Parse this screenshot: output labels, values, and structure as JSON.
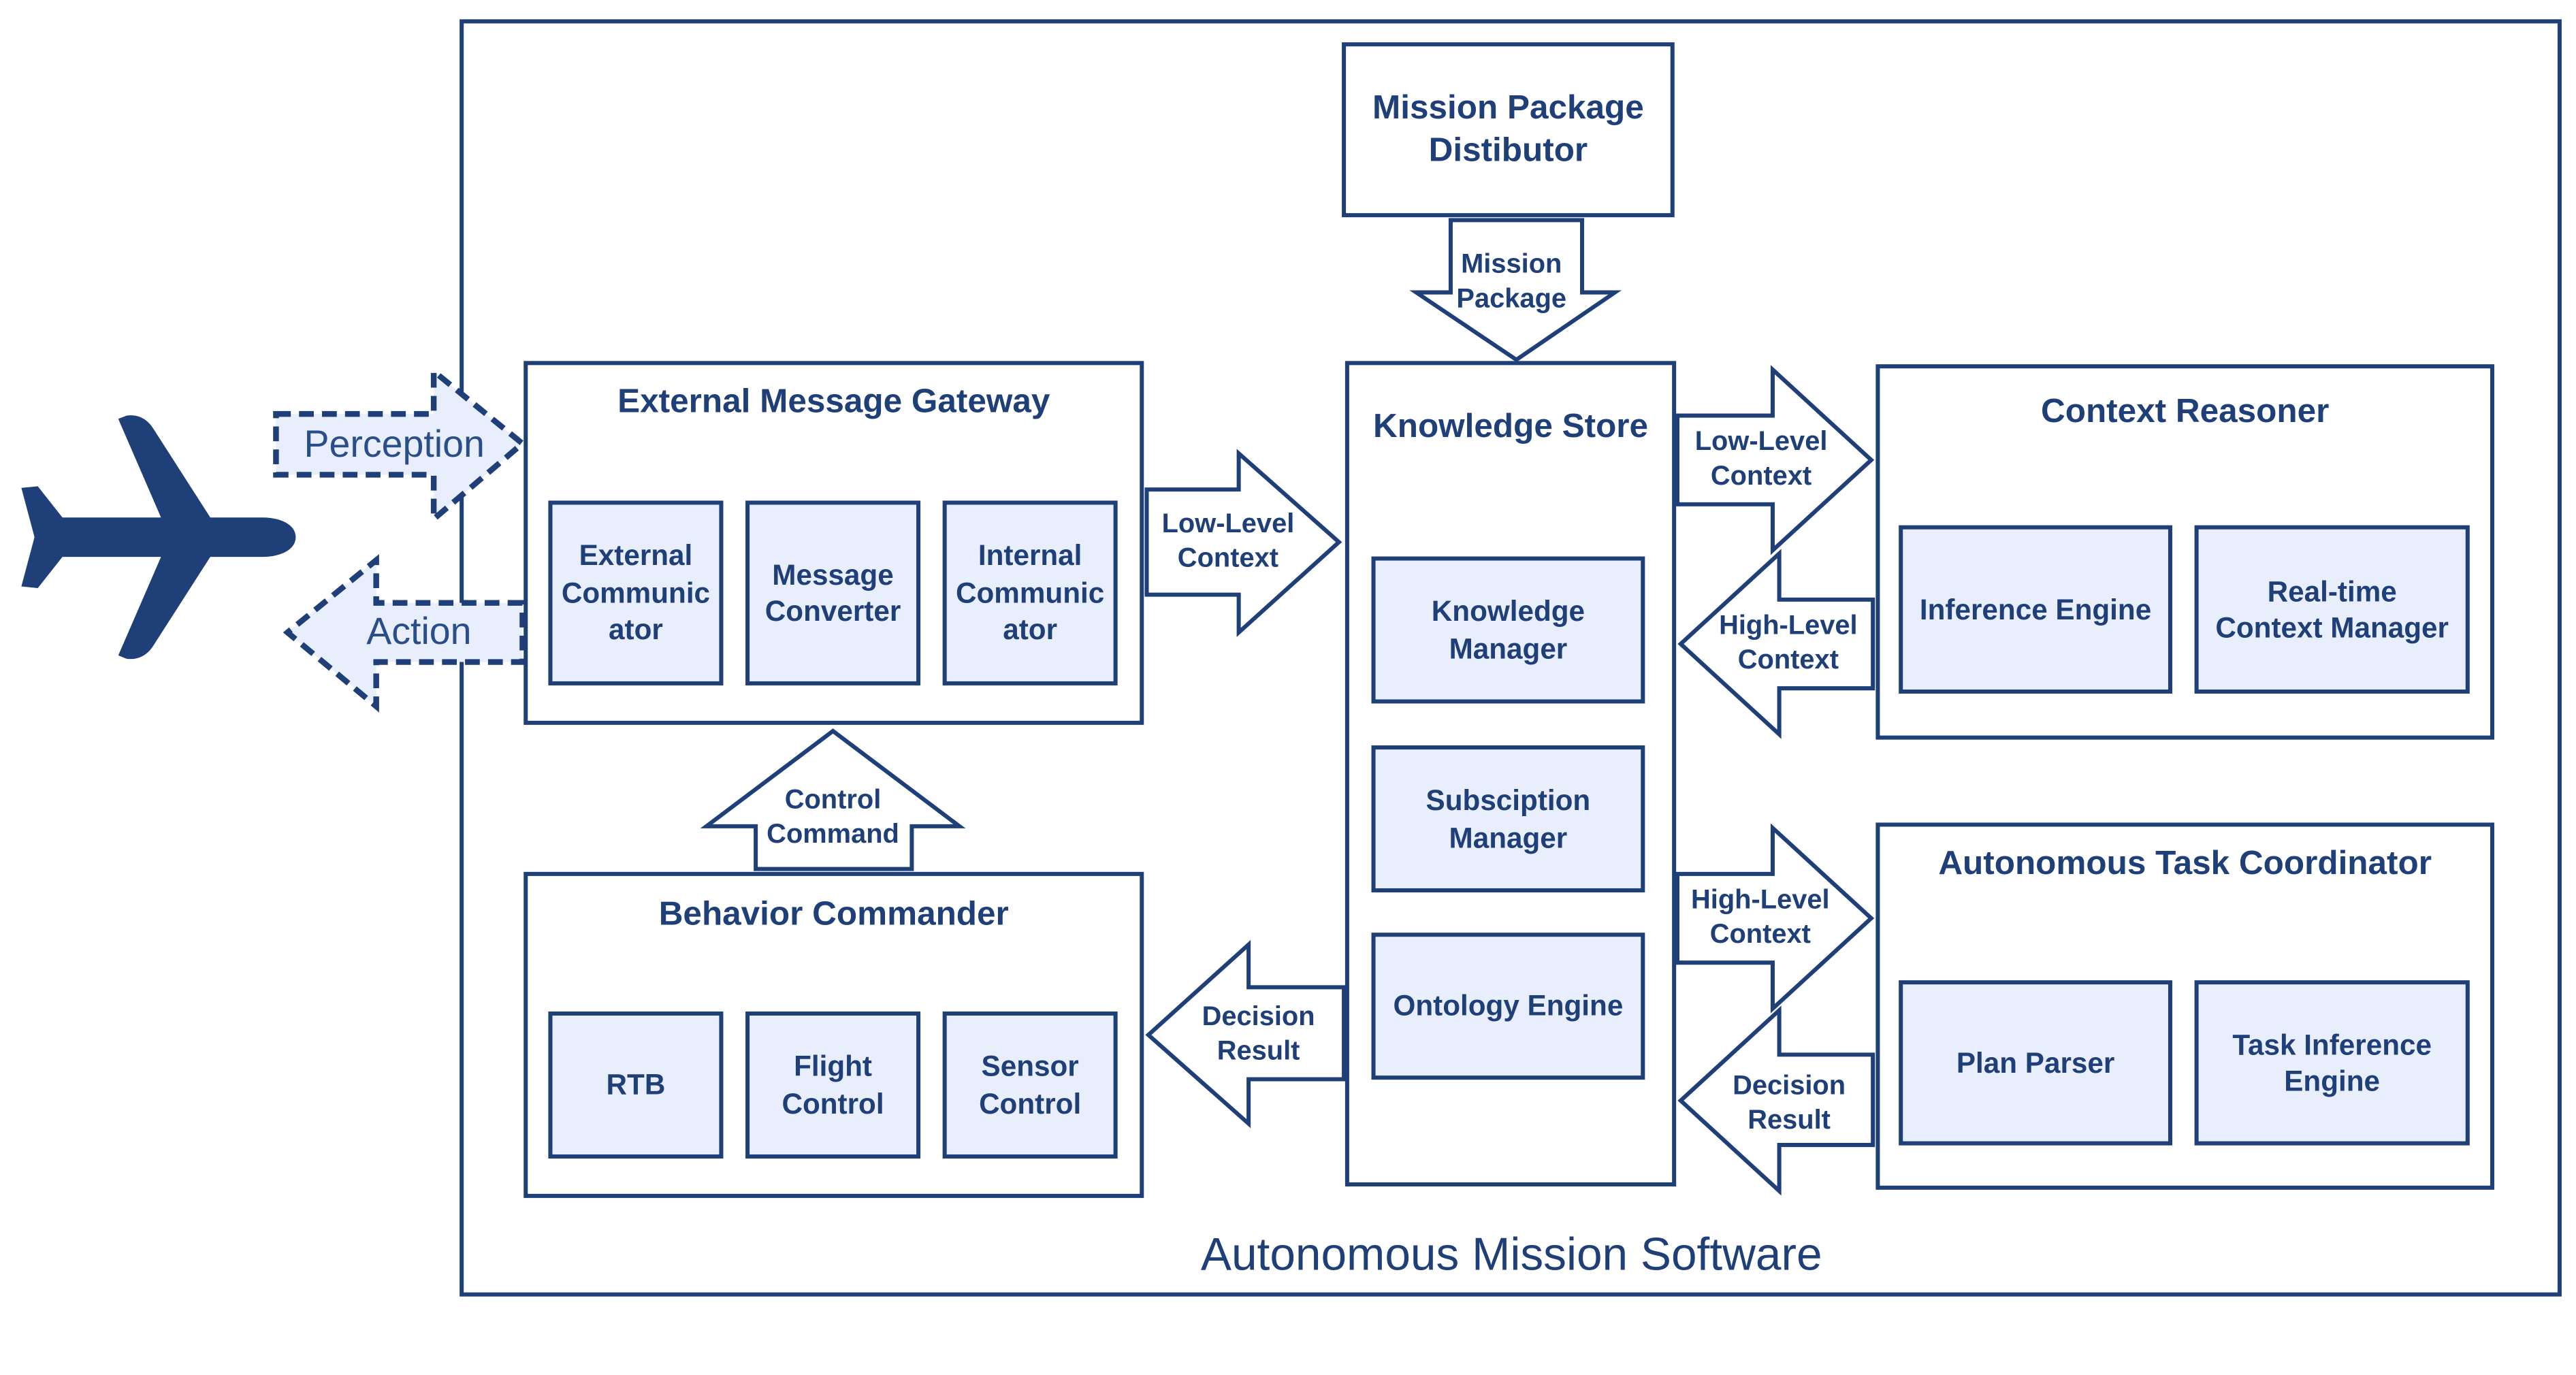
{
  "colors": {
    "primary": "#1f3f78",
    "fill": "#e8eefb",
    "background": "#ffffff"
  },
  "icons": {
    "aircraft": "airplane-icon"
  },
  "system_label": "Autonomous Mission Software",
  "external_arrows": {
    "perception": "Perception",
    "action": "Action"
  },
  "components": {
    "mission_package_distributor": "Mission Package\nDistibutor",
    "external_message_gateway": {
      "title": "External Message Gateway",
      "modules": [
        "External\nCommunic\nator",
        "Message\nConverter",
        "Internal\nCommunic\nator"
      ]
    },
    "knowledge_store": {
      "title": "Knowledge Store",
      "modules": [
        "Knowledge\nManager",
        "Subsciption\nManager",
        "Ontology Engine"
      ]
    },
    "context_reasoner": {
      "title": "Context Reasoner",
      "modules": [
        "Inference Engine",
        "Real-time\nContext Manager"
      ]
    },
    "autonomous_task_coordinator": {
      "title": "Autonomous Task Coordinator",
      "modules": [
        "Plan Parser",
        "Task Inference\nEngine"
      ]
    },
    "behavior_commander": {
      "title": "Behavior Commander",
      "modules": [
        "RTB",
        "Flight\nControl",
        "Sensor\nControl"
      ]
    }
  },
  "flows": {
    "mission_package": "Mission\nPackage",
    "gateway_to_store": "Low-Level\nContext",
    "store_to_reasoner": "Low-Level\nContext",
    "reasoner_to_store": "High-Level\nContext",
    "store_to_coordinator": "High-Level\nContext",
    "coordinator_to_store": "Decision\nResult",
    "store_to_commander": "Decision\nResult",
    "commander_to_gateway": "Control\nCommand"
  }
}
